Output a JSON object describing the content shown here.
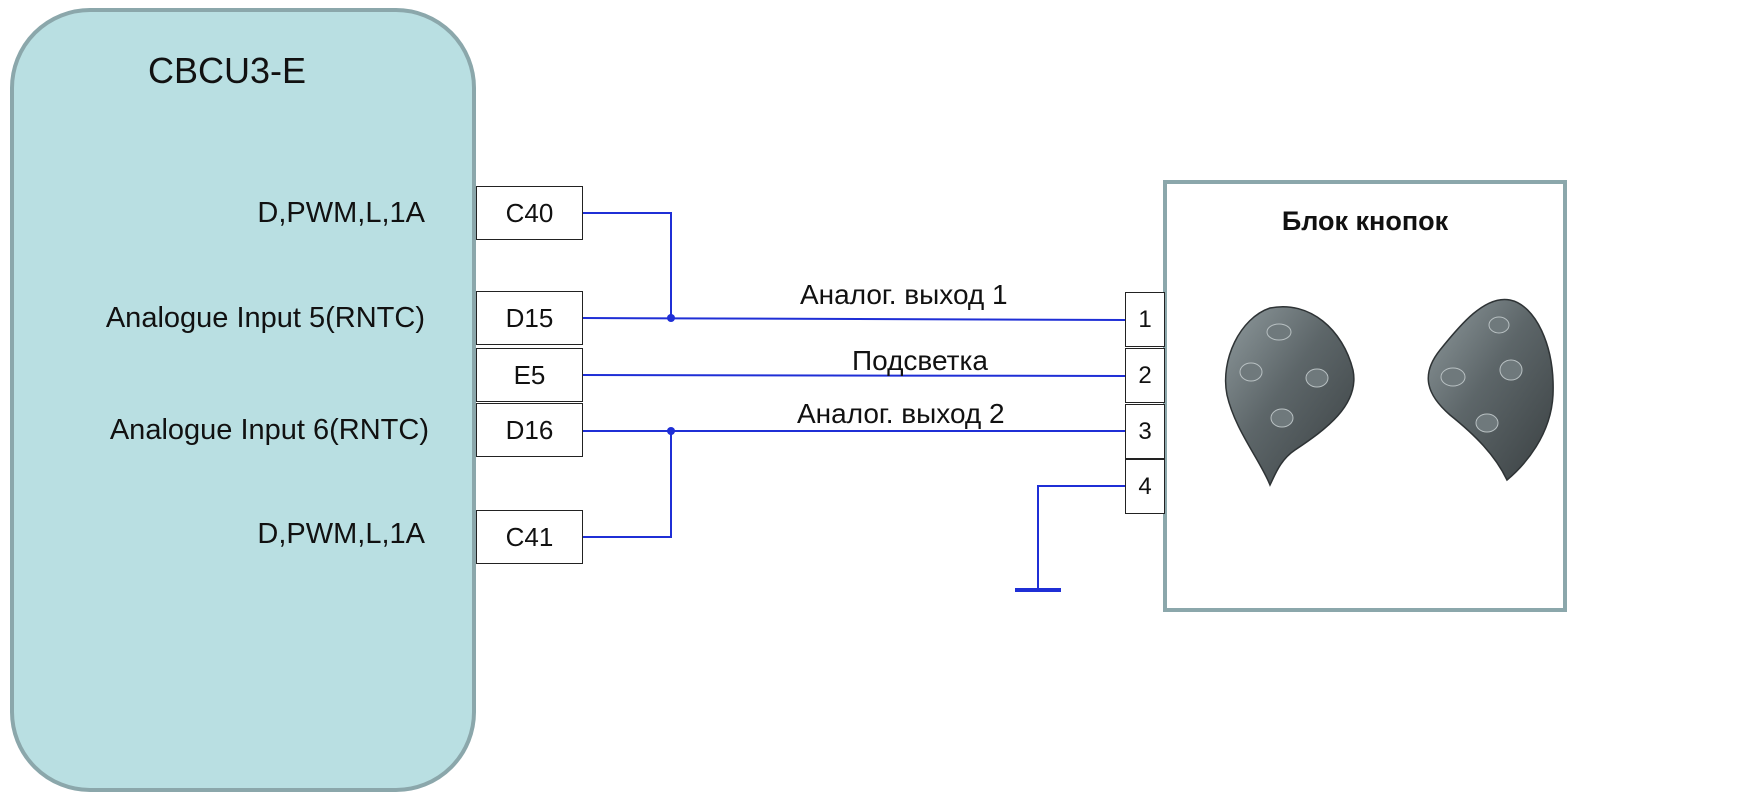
{
  "ecu": {
    "title": "CBCU3-E"
  },
  "signals": [
    "D,PWM,L,1A",
    "Analogue Input 5(RNTC)",
    "Analogue Input 6(RNTC)",
    "D,PWM,L,1A"
  ],
  "ecu_pins": [
    "C40",
    "D15",
    "E5",
    "D16",
    "C41"
  ],
  "wire_labels": [
    "Аналог. выход 1",
    "Подсветка",
    "Аналог. выход 2"
  ],
  "module": {
    "title": "Блок кнопок",
    "pins": [
      "1",
      "2",
      "3",
      "4"
    ]
  },
  "colors": {
    "wire": "#1f2fd6",
    "ecu_fill": "#b9dfe2",
    "frame": "#8ba7ab",
    "pad_body": "#5a6366"
  }
}
